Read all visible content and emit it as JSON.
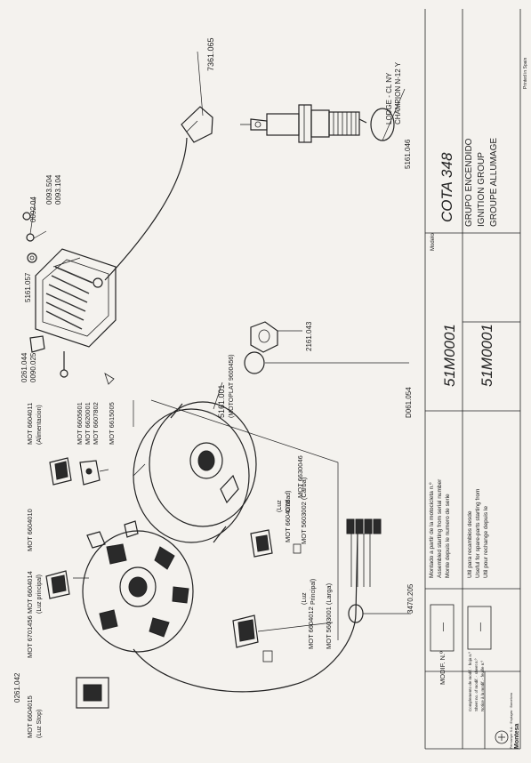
{
  "sheet": {
    "printed_in": "Printed in Spain"
  },
  "title_block": {
    "modelo_label": "Modelo",
    "model": "COTA 348",
    "group_es": "GRUPO ENCENDIDO",
    "group_en": "IGNITION GROUP",
    "group_fr": "GROUPE ALLUMAGE",
    "serial_1": "51M0001",
    "serial_2": "51M0001",
    "mounted_es": "Montado a partir de la motocicleta n.º",
    "mounted_en": "Assembled starting from serial number",
    "mounted_fr": "Monte depuis le numero de serie",
    "useful_es": "Util para recambios desde",
    "useful_en": "Useful for spare-parts starting from",
    "useful_fr": "Util pour rechange depuis le",
    "modif_label": "MODIF. N.º",
    "modif_value": "—",
    "modif_value_2": "—",
    "complements_es": "Complemento de modif. · hoja n.º",
    "complements_en": "Sheet no. of modif. · sheet n.º",
    "complements_fr": "Notice à la modif. · feuille n.º",
    "company": "Montesa",
    "company_sub": "Permanyer S.A. · Esplugas · Barcelona"
  },
  "parts": {
    "spark_cap": "7361.065",
    "plug_lodge": "LODGE - CL NY",
    "plug_champion": "CHAMPION N-12 Y",
    "plug_number": "5161.046",
    "screw_1": "0092.04",
    "washer_1": "0093.504",
    "nut_1": "0093.104",
    "coil_top": "5161.057",
    "coil_screw_a": "0261.044",
    "coil_screw_b": "0090.025",
    "nut_2": "2161.043",
    "ring": "D061.054",
    "flywheel": "5161.001",
    "flywheel_sub": "(MOTOPLAT 9600456)",
    "cable_clip": "3470.205",
    "stator_screw": "0261.042",
    "mot_6615005": "MOT 6615005",
    "mot_6604011": "MOT 6604011",
    "mot_6604011_sub": "(Alimentacion)",
    "mot_6605601": "MOT 6605601",
    "mot_6620001": "MOT 6620001",
    "mot_6607802": "MOT 6607802",
    "mot_6630046": "MOT 6630046",
    "mot_6604078": "MOT 6604078",
    "mot_6604078_sub1": "(Luz",
    "mot_6604078_sub2": "Ciudad)",
    "mot_5603002": "MOT 5603002 (Carba)",
    "mot_6604010": "MOT 6604010",
    "mot_6604014": "MOT 6604014",
    "mot_6604014_sub": "(Luz principal)",
    "mot_6701456": "MOT 6701456",
    "mot_6604015": "MOT 6604015",
    "mot_6604015_sub": "(Luz Stop)",
    "mot_6604012": "MOT 6604012",
    "mot_6604012_sub1": "(Luz",
    "mot_6604012_sub2": "Principal)",
    "mot_5603001": "MOT 5603001 (Larga)"
  }
}
